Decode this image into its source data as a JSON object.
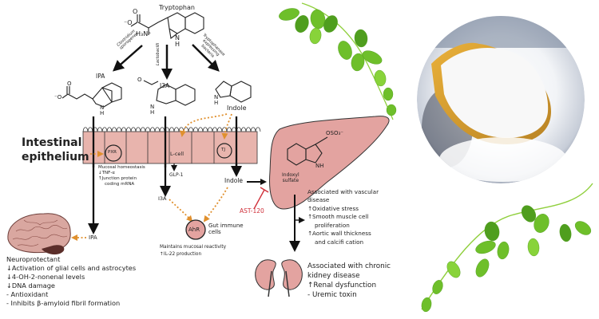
{
  "diagram": {
    "compounds": {
      "tryptophan": "Tryptophan",
      "ipa": "IPA",
      "i3a": "I3A",
      "indole": "Indole",
      "indoxyl_sulfate": [
        "Indoxyl",
        "sulfate"
      ],
      "carboxylate": "O",
      "amine": "H₃N⁺",
      "nh": "NH",
      "h": "H",
      "n": "N",
      "oso3": "OSO₃⁻"
    },
    "pathway_labels": {
      "clostridium": [
        "Clostridium",
        "sporogenes"
      ],
      "lactobacilli": "Lactobacilli",
      "tryptophanase": [
        "Tryptophanase",
        "expressing",
        "bacteria"
      ]
    },
    "epithelium": {
      "title": [
        "Intestinal",
        "epithelium"
      ],
      "pxr": "PXR",
      "l_cell": "L-cell",
      "tj": "TJ",
      "glp1": "GLP-1",
      "pxr_effects": [
        "Mucosal homeostasis",
        "↓TNF-α",
        "↑Junction protein",
        "coding mRNA"
      ]
    },
    "downstream": {
      "i3a": "I3A",
      "indole": "Indole",
      "ipa": "IPA",
      "ahr": "AhR",
      "gut_immune": [
        "Gut immune",
        "cells"
      ],
      "ahr_effects": [
        "Maintains mucosal reactivity",
        "↑IL-22 production"
      ],
      "ast120": "AST-120"
    },
    "brain_effects": [
      "Neuroprotectant",
      "↓Activation of glial cells and astrocytes",
      "↓4-OH-2-nonenal levels",
      "↓DNA damage",
      "- Antioxidant",
      "- Inhibits β-amyloid fibril formation"
    ],
    "vascular_effects": [
      "Associated with vascular",
      "disease",
      "↑Oxidative stress",
      "↑Smooth muscle cell",
      "proliferation",
      "↑Aortic wall thickness",
      "and calcifi cation"
    ],
    "kidney_effects": [
      "Associated with chronic",
      "kidney disease",
      "↑Renal dysfunction",
      "- Uremic toxin"
    ],
    "colors": {
      "tissue_fill": "#e8b4ad",
      "organ_fill": "#e3a3a0",
      "dotted_arrow": "#e0902e",
      "inhibitor": "#d0303a",
      "leaf_green": "#7cc52b"
    }
  }
}
